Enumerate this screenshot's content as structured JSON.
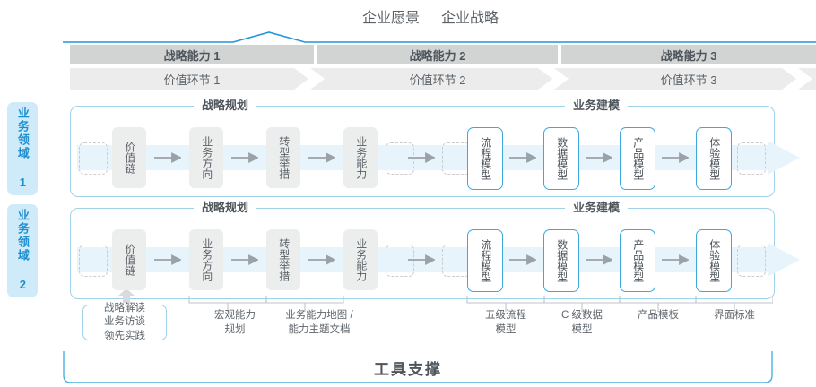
{
  "header": {
    "titles": [
      "企业愿景",
      "企业战略"
    ],
    "accent_color": "#2196d6"
  },
  "capabilities": [
    {
      "label": "战略能力 1"
    },
    {
      "label": "战略能力 2"
    },
    {
      "label": "战略能力 3"
    }
  ],
  "value_links": [
    {
      "label": "价值环节 1"
    },
    {
      "label": "价值环节 2"
    },
    {
      "label": "价值环节 3"
    }
  ],
  "domains": [
    {
      "label": "业务领域 1"
    },
    {
      "label": "业务领域 2"
    }
  ],
  "sections": {
    "planning": "战略规划",
    "modeling": "业务建模"
  },
  "nodes": {
    "planning": [
      "价值链",
      "业务方向",
      "转型举措",
      "业务能力"
    ],
    "modeling": [
      "流程模型",
      "数据模型",
      "产品模型",
      "体验模型"
    ]
  },
  "annotations": [
    {
      "lines": [
        "战略解读",
        "业务访谈",
        "领先实践"
      ],
      "boxed": true
    },
    {
      "lines": [
        "宏观能力",
        "规划"
      ],
      "boxed": false
    },
    {
      "lines": [
        "业务能力地图 /",
        "能力主题文档"
      ],
      "boxed": false
    },
    {
      "lines": [
        "五级流程",
        "模型"
      ],
      "boxed": false
    },
    {
      "lines": [
        "C 级数据",
        "模型"
      ],
      "boxed": false
    },
    {
      "lines": [
        "产品模板"
      ],
      "boxed": false
    },
    {
      "lines": [
        "界面标准"
      ],
      "boxed": false
    }
  ],
  "footer": {
    "label": "工具支撑"
  },
  "colors": {
    "accent": "#2196d6",
    "panel_border": "#9fd2ea",
    "bar_gray": "#d2d4d4",
    "bar_light": "#ececec",
    "node_gray": "#eceded",
    "node_blue_border": "#3ea7dd",
    "band_blue": "#eaf5fb",
    "tab_blue": "#cfeaf8"
  }
}
